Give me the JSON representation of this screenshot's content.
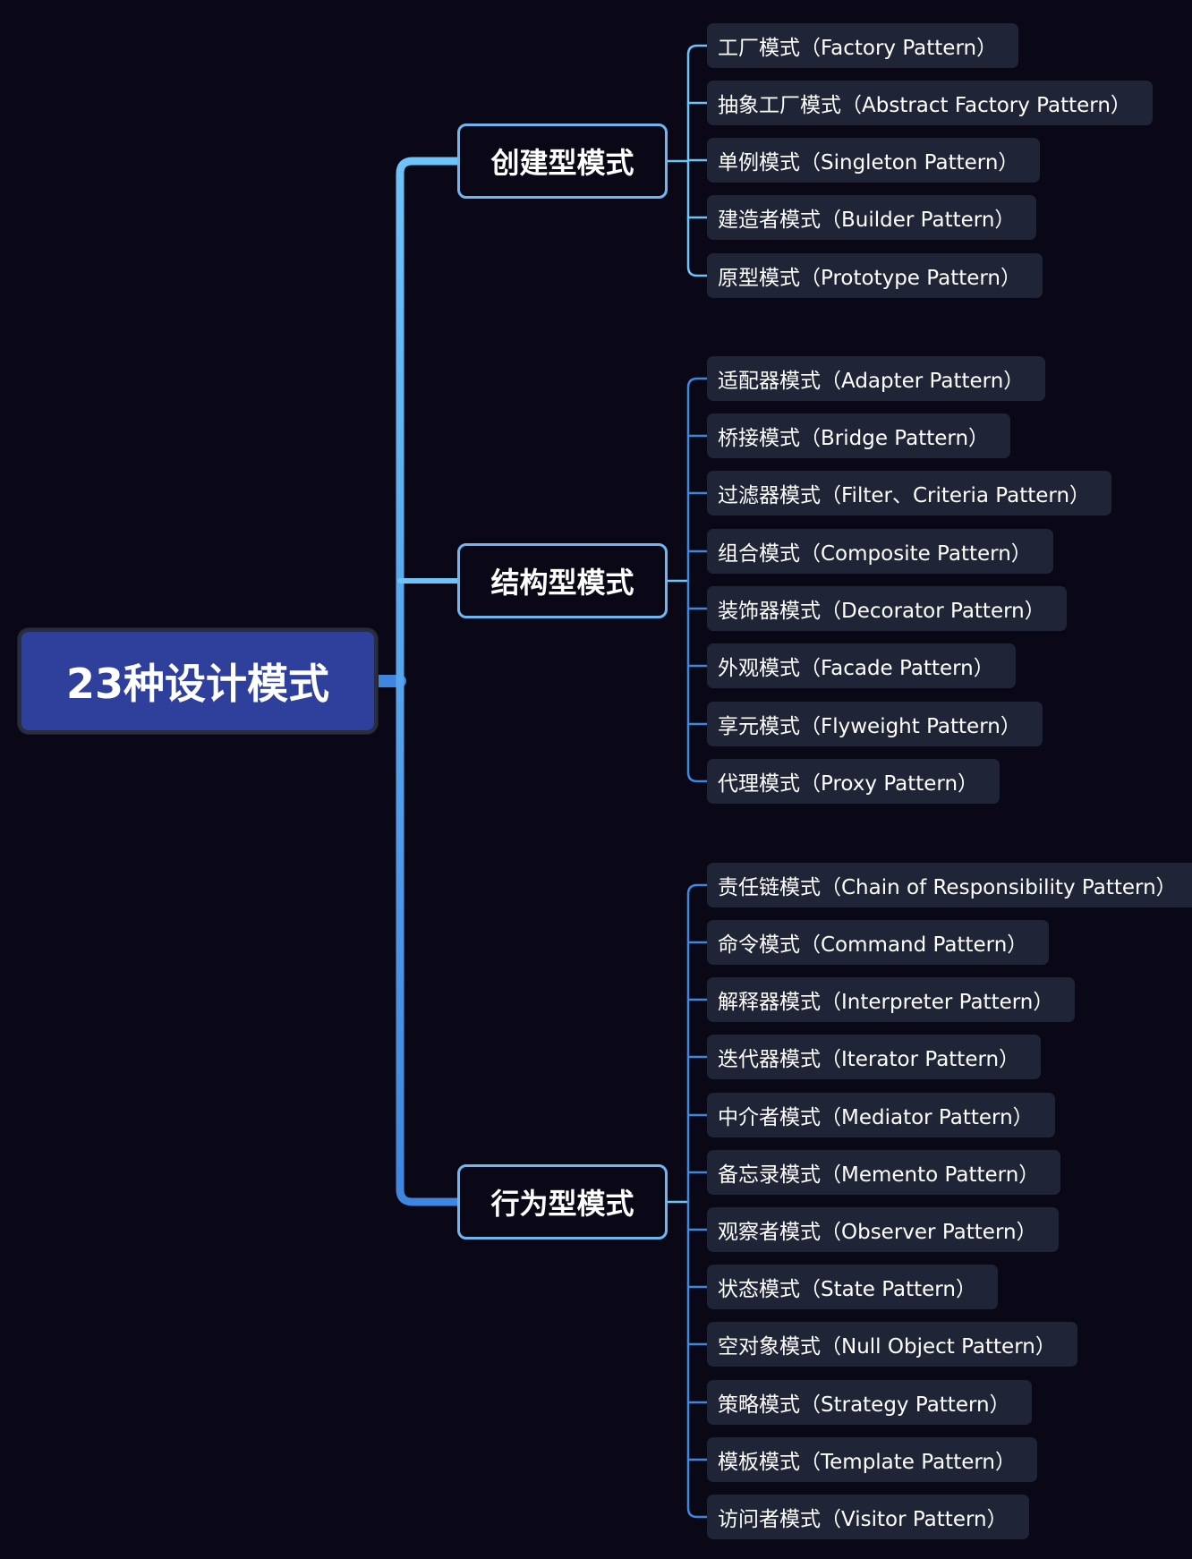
{
  "colors": {
    "background": "#0a0816",
    "root_fill": "#2f3f9c",
    "branch_border": "#6eb8f2",
    "leaf_fill": "#1f2536",
    "line_light": "#6ec3f8",
    "line_dark": "#3f86de"
  },
  "root": {
    "label": "23种设计模式"
  },
  "branches": [
    {
      "label": "创建型模式",
      "items": [
        "工厂模式（Factory Pattern）",
        "抽象工厂模式（Abstract Factory Pattern）",
        "单例模式（Singleton Pattern）",
        "建造者模式（Builder Pattern）",
        "原型模式（Prototype Pattern）"
      ]
    },
    {
      "label": "结构型模式",
      "items": [
        "适配器模式（Adapter Pattern）",
        "桥接模式（Bridge Pattern）",
        "过滤器模式（Filter、Criteria Pattern）",
        "组合模式（Composite Pattern）",
        "装饰器模式（Decorator Pattern）",
        "外观模式（Facade Pattern）",
        "享元模式（Flyweight Pattern）",
        "代理模式（Proxy Pattern）"
      ]
    },
    {
      "label": "行为型模式",
      "items": [
        "责任链模式（Chain of Responsibility Pattern）",
        "命令模式（Command Pattern）",
        "解释器模式（Interpreter Pattern）",
        "迭代器模式（Iterator Pattern）",
        "中介者模式（Mediator Pattern）",
        "备忘录模式（Memento Pattern）",
        "观察者模式（Observer Pattern）",
        "状态模式（State Pattern）",
        "空对象模式（Null Object Pattern）",
        "策略模式（Strategy Pattern）",
        "模板模式（Template Pattern）",
        "访问者模式（Visitor Pattern）"
      ]
    }
  ]
}
